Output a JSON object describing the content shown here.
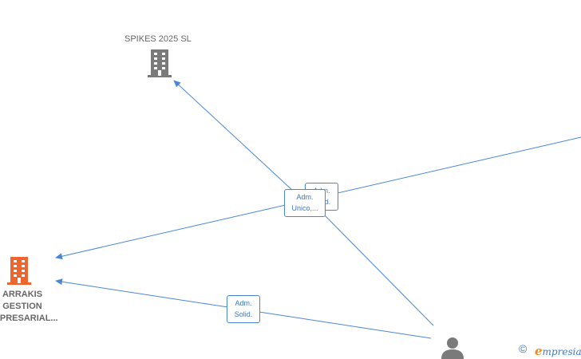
{
  "nodes": {
    "spikes": {
      "label": "SPIKES 2025  SL"
    },
    "arrakis": {
      "line1": "ARRAKIS",
      "line2": "GESTION",
      "line3": "EMPRESARIAL..."
    }
  },
  "edges": {
    "e1": {
      "line1": "Adm.",
      "line2": "Solid."
    },
    "e2": {
      "line1": "Adm.",
      "line2": "Unico,..."
    },
    "e3": {
      "line1": "Adm.",
      "line2": "Solid."
    }
  },
  "footer": {
    "copyright": "©",
    "brand_first": "e",
    "brand_rest": "mpresia"
  },
  "colors": {
    "edge": "#4a86d8",
    "company_gray": "#7a7a7a",
    "company_orange": "#f0652d",
    "person": "#7a7a7a"
  }
}
